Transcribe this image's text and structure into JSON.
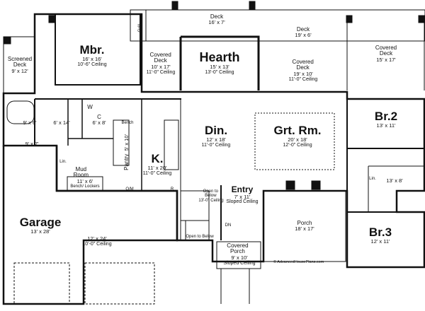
{
  "rooms": {
    "deck_top": {
      "name": "Deck",
      "dim": "16' x 7'"
    },
    "grill": {
      "name": "Grill"
    },
    "deck_right": {
      "name": "Deck",
      "dim": "19' x 6'"
    },
    "screened_deck": {
      "name": "Screened Deck",
      "dim": "9' x 12'"
    },
    "mbr": {
      "name": "Mbr.",
      "dim": "16' x 16'",
      "ceiling": "10'-6\" Ceiling"
    },
    "covered_deck_left": {
      "name": "Covered Deck",
      "dim": "10' x 17'",
      "ceiling": "11'-0\" Ceiling"
    },
    "hearth": {
      "name": "Hearth",
      "dim": "15' x 13'",
      "ceiling": "13'-0\" Ceiling"
    },
    "covered_deck_mid": {
      "name": "Covered Deck",
      "dim": "19' x 10'",
      "ceiling": "11'-0\" Ceiling"
    },
    "covered_deck_right": {
      "name": "Covered Deck",
      "dim": "15' x 17'"
    },
    "bath": {
      "dim": "9' x 6'"
    },
    "closet_a": {
      "dim": "6' x 14'"
    },
    "wc": {
      "name": "W"
    },
    "closet_b": {
      "name": "C",
      "dim": "6' x 8'"
    },
    "bench": {
      "name": "Bench"
    },
    "pantry": {
      "name": "Pantry",
      "dim": "5' x 10'"
    },
    "closet_c": {
      "dim": "9' x 7'"
    },
    "lin": {
      "name": "Lin."
    },
    "mud_room": {
      "name": "Mud Room",
      "dim": "11' x 6'",
      "extra": "Bench/ Lockers"
    },
    "kitchen": {
      "name": "K.",
      "dim": "11' x 20'",
      "ceiling": "11'-0\" Ceiling"
    },
    "dining": {
      "name": "Din.",
      "dim": "12' x 18'",
      "ceiling": "11'-0\" Ceiling"
    },
    "great_room": {
      "name": "Grt. Rm.",
      "dim": "20' x 18'",
      "ceiling": "12'-0\" Ceiling"
    },
    "br2": {
      "name": "Br.2",
      "dim": "13' x 11'"
    },
    "lin2": {
      "name": "Lin."
    },
    "bath2": {
      "dim": "13' x 8'"
    },
    "om": {
      "name": "O/M"
    },
    "r": {
      "name": "R"
    },
    "open_below_1": {
      "name": "Open to Below",
      "ceiling": "13'-0\" Ceiling"
    },
    "entry": {
      "name": "Entry",
      "dim": "7' x 11'",
      "ceiling": "Sloped Ceiling"
    },
    "dn": {
      "name": "DN"
    },
    "open_below_2": {
      "name": "Open to Below"
    },
    "porch": {
      "name": "Porch",
      "dim": "18' x 17'"
    },
    "br3": {
      "name": "Br.3",
      "dim": "12' x 11'"
    },
    "garage": {
      "name": "Garage",
      "dim": "13' x 28'"
    },
    "garage_bay": {
      "dim": "12' x 24'",
      "ceiling": "10'-0\" Ceiling"
    },
    "covered_porch": {
      "name": "Covered Porch",
      "dim": "9' x 10'",
      "ceiling": "Sloped Ceiling"
    }
  },
  "credit": "© AdvancedHousePlans.com"
}
